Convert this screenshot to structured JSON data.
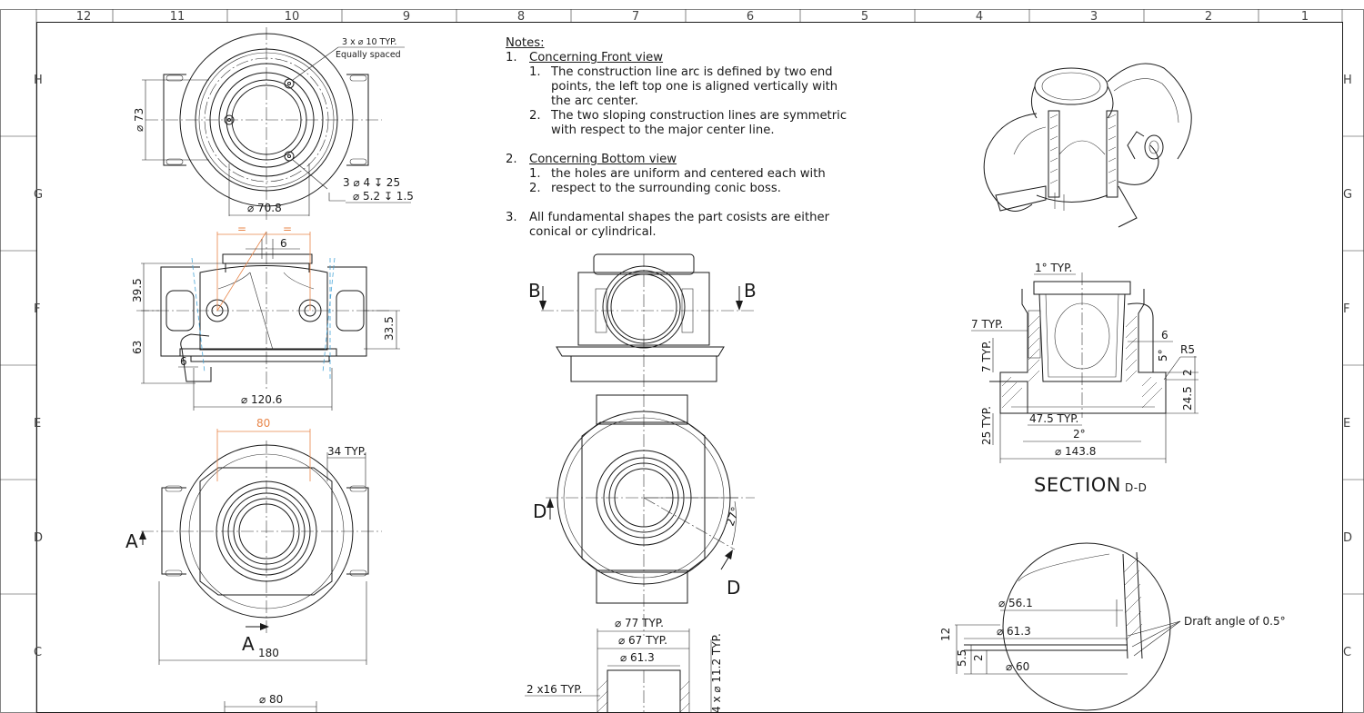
{
  "border": {
    "columns": [
      "12",
      "11",
      "10",
      "9",
      "8",
      "7",
      "6",
      "5",
      "4",
      "3",
      "2",
      "1"
    ],
    "rows_left": [
      "H",
      "G",
      "F",
      "E",
      "D",
      "C"
    ],
    "rows_right": [
      "H",
      "G",
      "F",
      "E",
      "D",
      "C"
    ]
  },
  "notes": {
    "heading": "Notes:",
    "n1_num": "1.",
    "n1_title": "Concerning  Front view",
    "n1_1_num": "1.",
    "n1_1": "The  construction line arc is defined by two end points, the left top one is aligned vertically with the arc center.",
    "n1_2_num": "2.",
    "n1_2": "The two sloping construction lines are symmetric with respect to the major center line.",
    "n2_num": "2.",
    "n2_title": "Concerning Bottom view",
    "n2_1_num": "1.",
    "n2_1": "the holes are uniform and centered each with",
    "n2_2_num": "2.",
    "n2_2": "respect to the surrounding conic boss.",
    "n3_num": "3.",
    "n3": "All fundamental shapes the part cosists are either conical or cylindrical."
  },
  "top_view": {
    "holes_note": "3 x ⌀ 10 TYP.",
    "holes_sub": "Equally spaced",
    "dia_73": "⌀ 73",
    "dia_70_8": "⌀ 70.8",
    "hole_spec_1": "3 ⌀ 4 ↧ 25",
    "hole_spec_2": "⌀ 5.2 ↧ 1.5"
  },
  "front_view": {
    "eq_1": "=",
    "eq_2": "=",
    "dim_6_top": "6",
    "dim_39_5": "39.5",
    "dim_63": "63",
    "dim_33_5": "33.5",
    "dim_6_left": "6",
    "dia_120_6": "⌀ 120.6"
  },
  "bottom_view": {
    "dim_80": "80",
    "dim_34": "34 TYP.",
    "label_a_left": "A",
    "label_a_bottom": "A",
    "dim_180": "180",
    "dia_80": "⌀ 80",
    "dim_cut": "80"
  },
  "center_view": {
    "label_b_left": "B",
    "label_b_right": "B",
    "label_d_left": "D",
    "label_d_right": "D",
    "angle_27": "27°"
  },
  "section_b": {
    "dia_77": "⌀ 77 TYP.",
    "dia_67": "⌀ 67 TYP.",
    "dia_61_3": "⌀ 61.3",
    "chamfer": "2 x16 TYP.",
    "side": "4 x ⌀ 11.2 TYP."
  },
  "section_dd": {
    "title": "SECTION",
    "suffix": "D-D",
    "typ_1deg": "1° TYP.",
    "typ_7a": "7 TYP.",
    "typ_7b": "7 TYP.",
    "typ_25": "25 TYP.",
    "dim_6": "6",
    "deg_5": "5°",
    "r5": "R5",
    "dim_2": "2",
    "dim_24_5": "24.5",
    "typ_47_5": "47.5 TYP.",
    "deg_2": "2°",
    "dia_143_8": "⌀ 143.8"
  },
  "detail": {
    "dia_56_1": "⌀ 56.1",
    "dia_61_3": "⌀ 61.3",
    "dia_60": "⌀ 60",
    "dim_12": "12",
    "dim_5_5": "5.5",
    "dim_2": "2",
    "draft_note": "Draft angle of 0.5°"
  },
  "colors": {
    "line": "#1a1a1a",
    "orange_dim": "#e8864a",
    "blue_construction": "#4aa6d8"
  }
}
